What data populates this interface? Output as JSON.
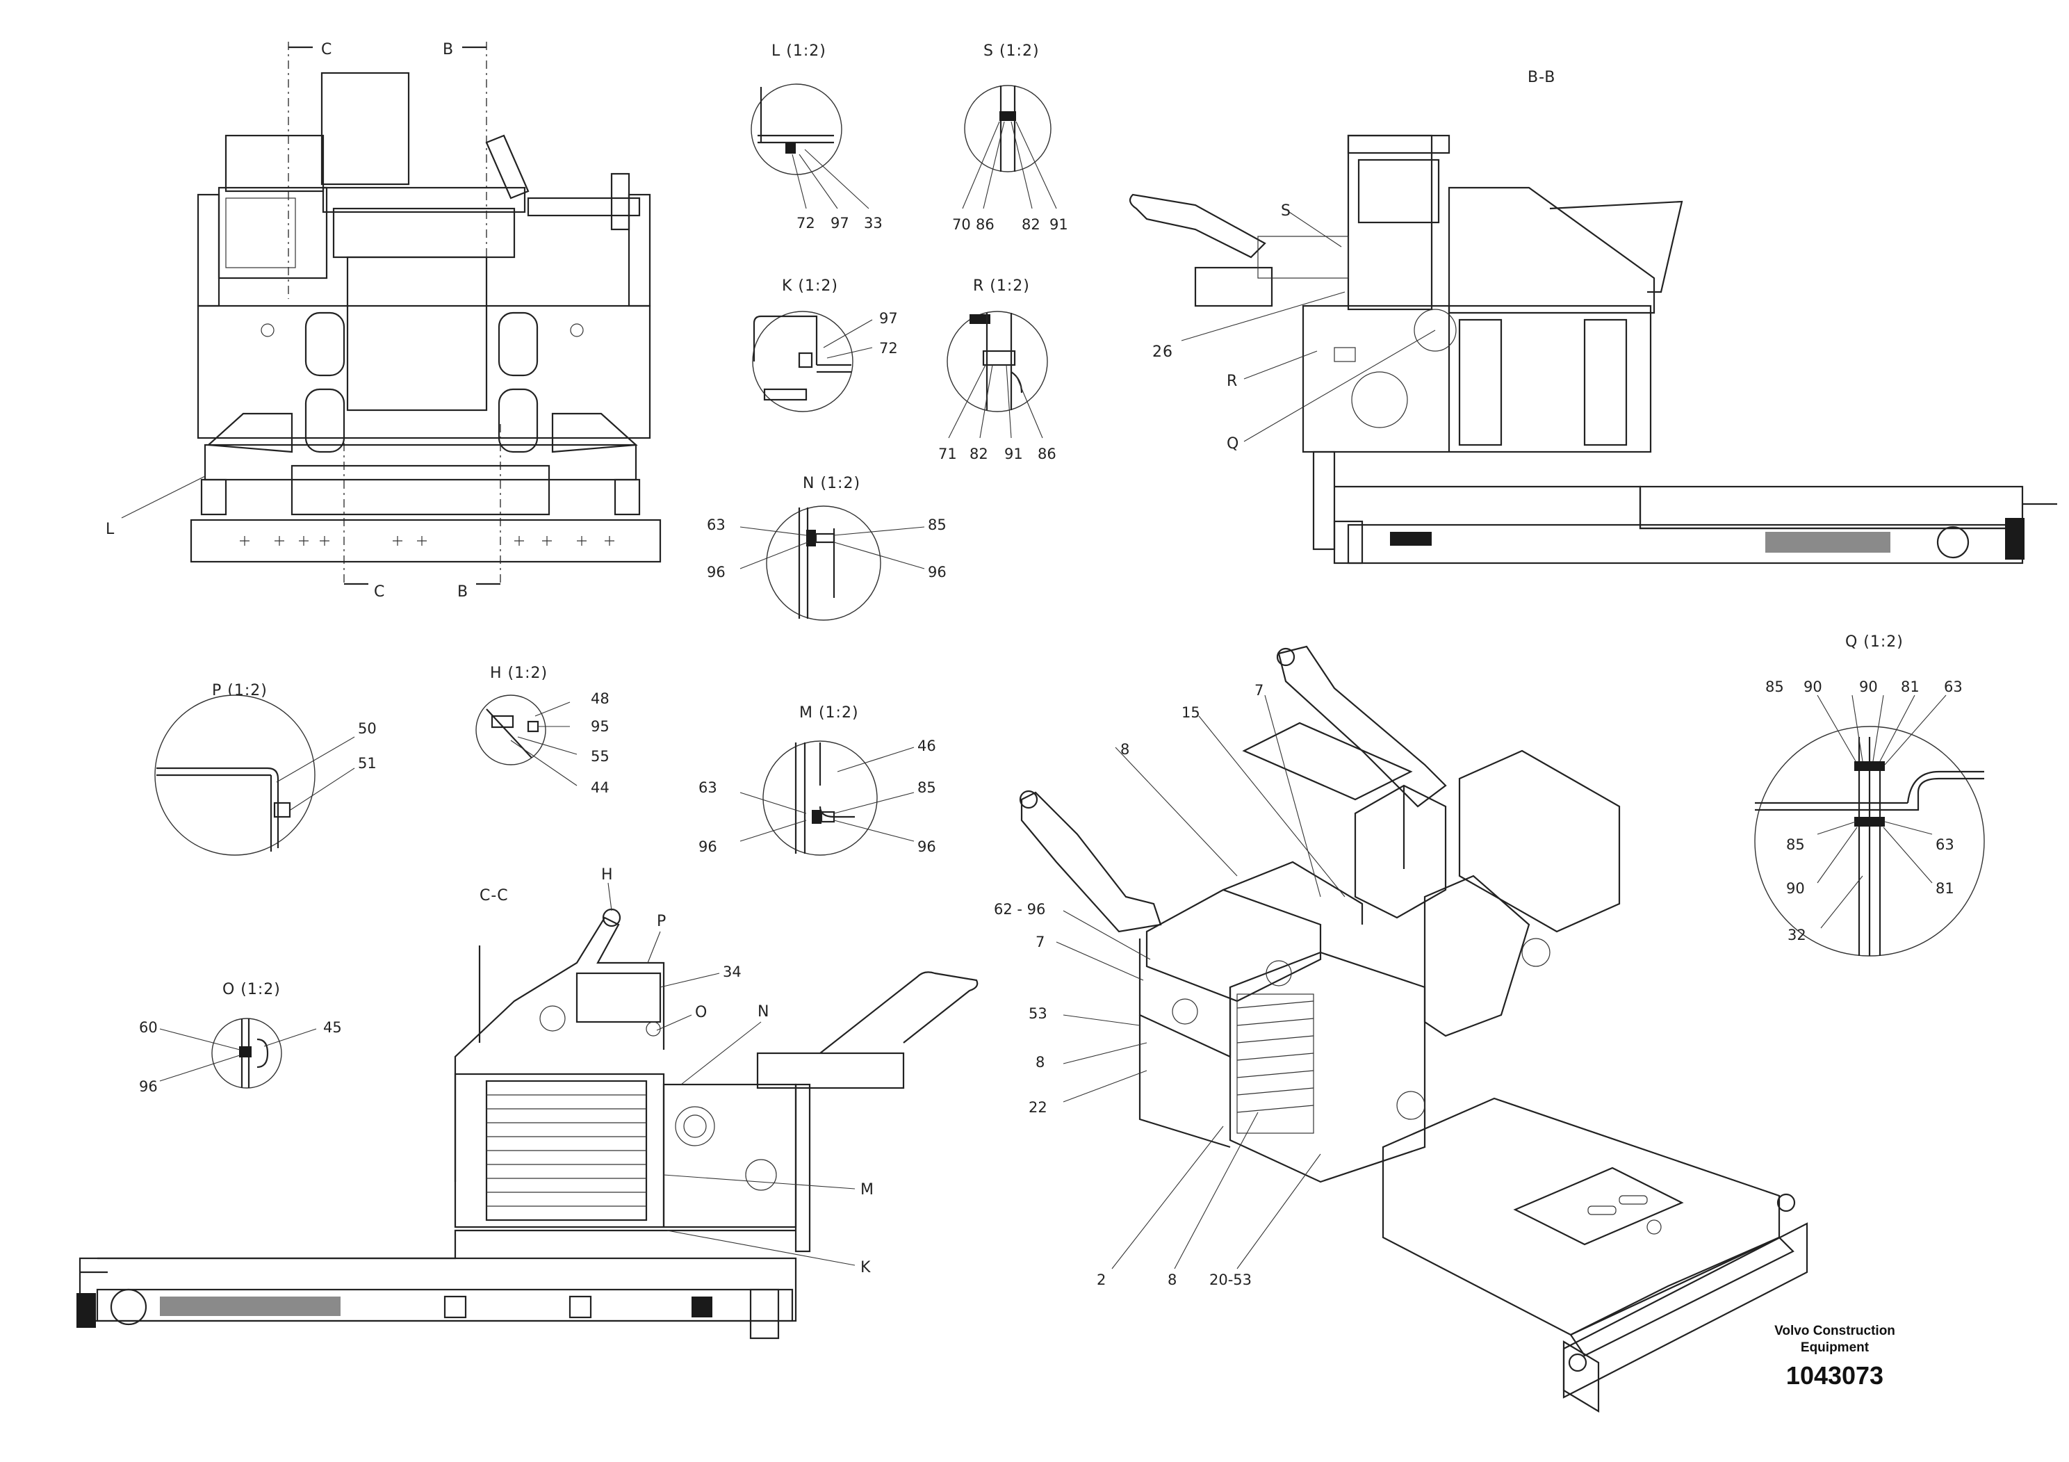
{
  "views": {
    "front": {
      "cut_top": [
        "C",
        "B"
      ],
      "cut_bottom": [
        "C",
        "B"
      ],
      "callouts": [
        "L"
      ]
    },
    "detail_L": {
      "title": "L (1:2)",
      "labels": [
        "72",
        "97",
        "33"
      ]
    },
    "detail_S": {
      "title": "S (1:2)",
      "labels": [
        "70",
        "86",
        "82",
        "91"
      ]
    },
    "detail_K": {
      "title": "K (1:2)",
      "labels": [
        "97",
        "72"
      ]
    },
    "detail_R": {
      "title": "R (1:2)",
      "labels": [
        "71",
        "82",
        "91",
        "86"
      ]
    },
    "detail_N": {
      "title": "N (1:2)",
      "labels": [
        "63",
        "85",
        "96",
        "96"
      ]
    },
    "section_BB": {
      "title": "B-B",
      "callouts": [
        "S",
        "26",
        "R",
        "Q"
      ]
    },
    "detail_P": {
      "title": "P (1:2)",
      "labels": [
        "50",
        "51"
      ]
    },
    "detail_H": {
      "title": "H (1:2)",
      "labels": [
        "48",
        "95",
        "55",
        "44"
      ]
    },
    "detail_M": {
      "title": "M (1:2)",
      "labels": [
        "46",
        "63",
        "85",
        "96",
        "96"
      ]
    },
    "detail_O": {
      "title": "O (1:2)",
      "labels": [
        "60",
        "45",
        "96"
      ]
    },
    "section_CC": {
      "title": "C-C",
      "callouts": [
        "H",
        "P",
        "34",
        "O",
        "N",
        "M",
        "K"
      ]
    },
    "detail_Q": {
      "title": "Q (1:2)",
      "labels_top": [
        "85",
        "90",
        "90",
        "81",
        "63"
      ],
      "labels_side": [
        "85",
        "63",
        "90",
        "81",
        "32"
      ]
    },
    "iso": {
      "callouts": [
        "15",
        "7",
        "8",
        "62 - 96",
        "7",
        "53",
        "8",
        "22",
        "2",
        "8",
        "20-53"
      ]
    }
  },
  "footer": {
    "brand_line1": "Volvo Construction",
    "brand_line2": "Equipment",
    "drawing_number": "1043073"
  }
}
